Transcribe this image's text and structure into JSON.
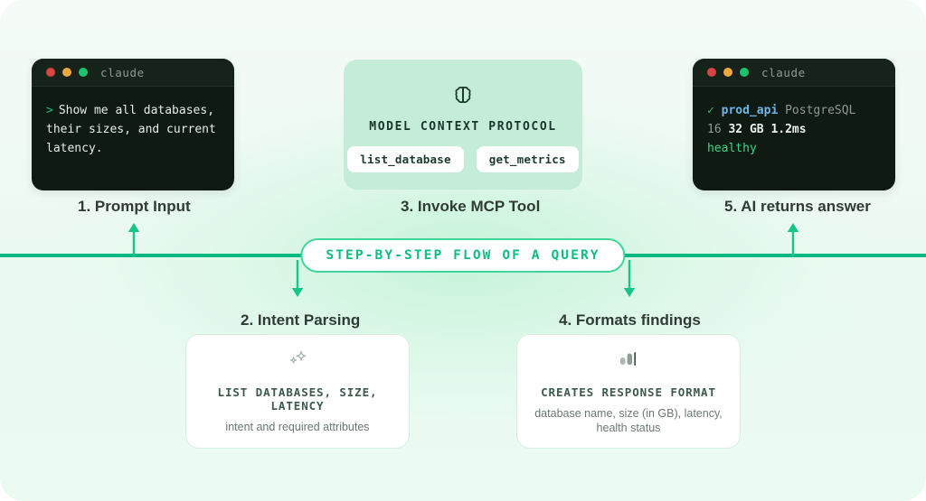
{
  "banner": {
    "label": "STEP-BY-STEP FLOW OF A QUERY"
  },
  "colors": {
    "accent_green": "#07b981",
    "banner_border": "#3ed598",
    "mint_card": "#c5ecd8",
    "terminal_bg": "#0f1a13",
    "dot_red": "#d6453f",
    "dot_yellow": "#f0a63e",
    "dot_green": "#1ec46b",
    "status_healthy": "#3ad887",
    "db_name": "#6db7e8"
  },
  "steps": [
    {
      "caption": "1. Prompt Input"
    },
    {
      "caption": "2. Intent Parsing"
    },
    {
      "caption": "3. Invoke MCP Tool"
    },
    {
      "caption": "4. Formats findings"
    },
    {
      "caption": "5. AI returns answer"
    }
  ],
  "prompt_terminal": {
    "title": "claude",
    "caret": ">",
    "lines": [
      "Show me all databases,",
      "their sizes, and current",
      "latency."
    ]
  },
  "answer_terminal": {
    "title": "claude",
    "check": "✓",
    "db_name": "prod_api",
    "db_engine": "PostgreSQL",
    "connections": "16",
    "size": "32 GB",
    "latency": "1.2ms",
    "status": "healthy"
  },
  "mcp": {
    "title": "MODEL CONTEXT PROTOCOL",
    "icon": "brain-icon",
    "tools": [
      {
        "name": "list_database"
      },
      {
        "name": "get_metrics"
      }
    ]
  },
  "intent_card": {
    "icon": "sparkles-icon",
    "title": "LIST DATABASES, SIZE, LATENCY",
    "subtitle": "intent and required attributes"
  },
  "format_card": {
    "icon": "bar-chart-icon",
    "title": "CREATES RESPONSE FORMAT",
    "subtitle": "database name, size (in GB), latency, health status"
  }
}
